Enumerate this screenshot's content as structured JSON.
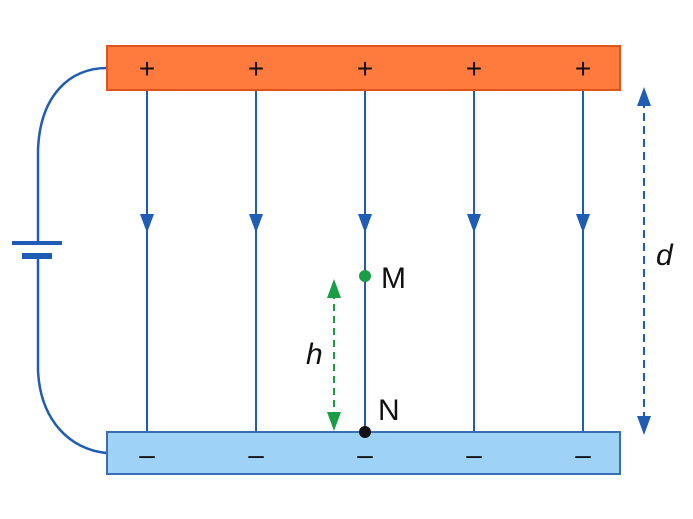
{
  "diagram": {
    "top_plate": {
      "signs": [
        "+",
        "+",
        "+",
        "+",
        "+"
      ],
      "color": "#ff7a3d",
      "border": "#e0531a"
    },
    "bottom_plate": {
      "signs": [
        "–",
        "–",
        "–",
        "–",
        "–"
      ],
      "color": "#9ed3f7",
      "border": "#3a6fb5"
    },
    "field_line_color": "#1f5db5",
    "points": {
      "M": {
        "label": "M",
        "color": "#1a9e45"
      },
      "N": {
        "label": "N",
        "color": "#111111"
      }
    },
    "h_label": "h",
    "h_arrow_color": "#1a9e45",
    "d_label": "d",
    "d_arrow_color": "#1f5db5",
    "battery_color": "#1f5db5"
  }
}
